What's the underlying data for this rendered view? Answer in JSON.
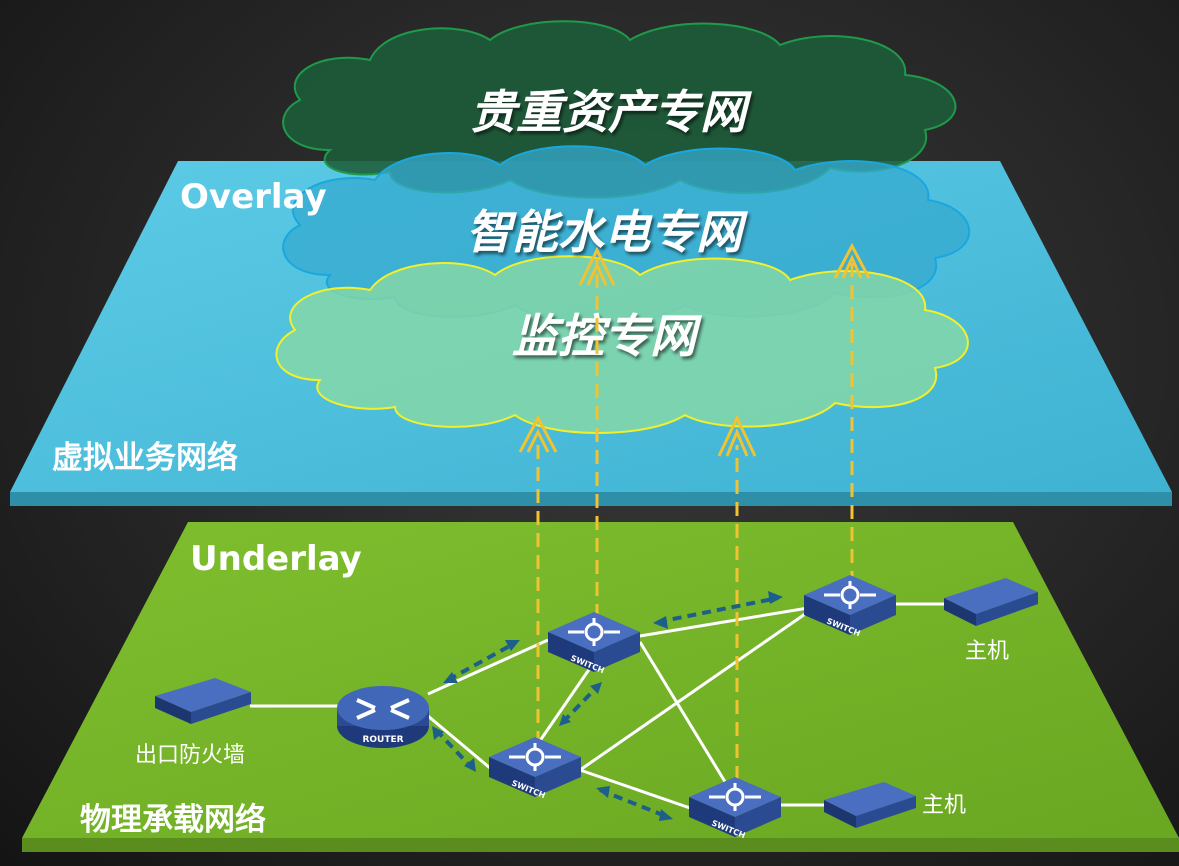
{
  "overlay": {
    "title": "Overlay",
    "caption": "虚拟业务网络"
  },
  "underlay": {
    "title": "Underlay",
    "caption": "物理承载网络"
  },
  "clouds": [
    {
      "label": "贵重资产专网",
      "outline_color": "#1f9a4a"
    },
    {
      "label": "智能水电专网",
      "outline_color": "#1aa7e0"
    },
    {
      "label": "监控专网",
      "outline_color": "#e8ef2c"
    }
  ],
  "devices": {
    "router_text": "ROUTER",
    "switch_text": "SWITCH",
    "firewall_label": "出口防火墙",
    "host_label_1": "主机",
    "host_label_2": "主机"
  },
  "colors": {
    "overlay_plane": "#56c3df",
    "underlay_plane": "#76b82a",
    "device_blue": "#2e4f9a",
    "link_white": "#ffffff",
    "mapping_yellow": "#f1c232",
    "sync_arrow": "#1c5f8a"
  }
}
